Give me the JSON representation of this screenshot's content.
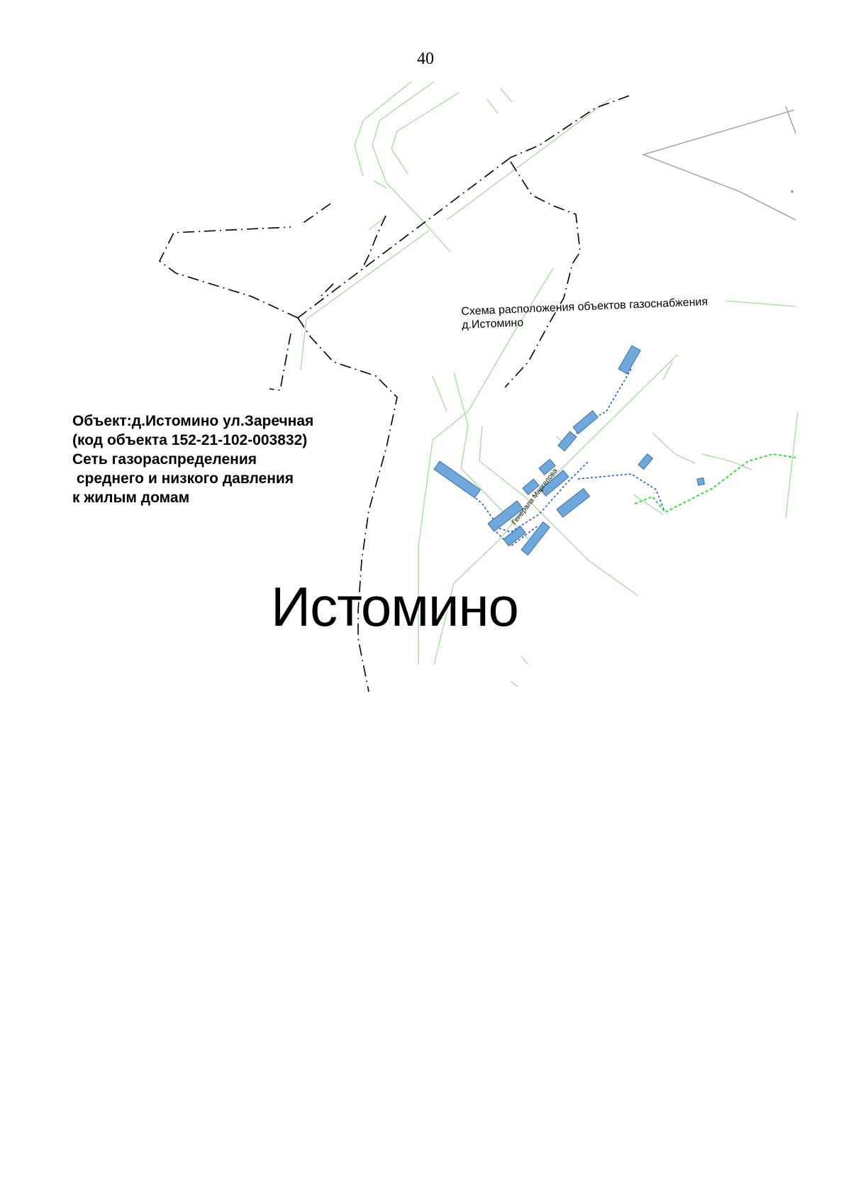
{
  "page": {
    "number": "40"
  },
  "map": {
    "scheme_title_line1": "Схема расположения объектов газоснабжения",
    "scheme_title_line2": "д.Истомино",
    "object_label": "Объект:д.Истомино ул.Заречная\n(код объекта 152-21-102-003832)\nСеть газораспределения\n среднего и низкого давления\nк жилым домам",
    "village_name": "Истомино",
    "street_name": "Генерала Маргелова",
    "colors": {
      "roads": "#a8d8a0",
      "boundary": "#000000",
      "buildings_fill": "#6fa8dc",
      "buildings_stroke": "#3d6f9e",
      "gas_pipeline_low": "#2255dd",
      "gas_pipeline_medium": "#22dd22",
      "outline_gray": "#9a9a9a"
    },
    "legend_layers": [
      "roads",
      "settlement-boundary",
      "buildings",
      "gas-pipeline-low-pressure",
      "gas-pipeline-medium-pressure"
    ]
  }
}
